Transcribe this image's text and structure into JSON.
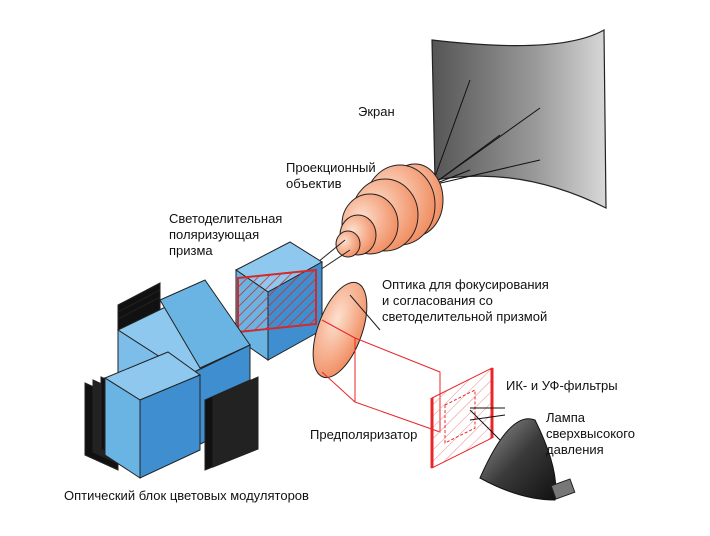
{
  "labels": {
    "screen": "Экран",
    "projection_lens": [
      "Проекционный",
      "объектив"
    ],
    "beam_splitter_prism": [
      "Светоделительная",
      "поляризующая",
      "призма"
    ],
    "focusing_optics": [
      "Оптика для фокусирования",
      "и согласования со",
      "светоделительной призмой"
    ],
    "ir_uv_filters": "ИК- и УФ-фильтры",
    "prepolarizer": "Предполяризатор",
    "lamp": [
      "Лампа",
      "сверхвысокого",
      "давления"
    ],
    "modulator_block": "Оптический блок цветовых модуляторов"
  },
  "colors": {
    "lens_orange": "#f4a582",
    "prism_blue": "#6ab4e3",
    "filter_red": "#e8262a",
    "lamp_dark": "#2a2a2a",
    "screen_gray": "#7a7a7a"
  }
}
